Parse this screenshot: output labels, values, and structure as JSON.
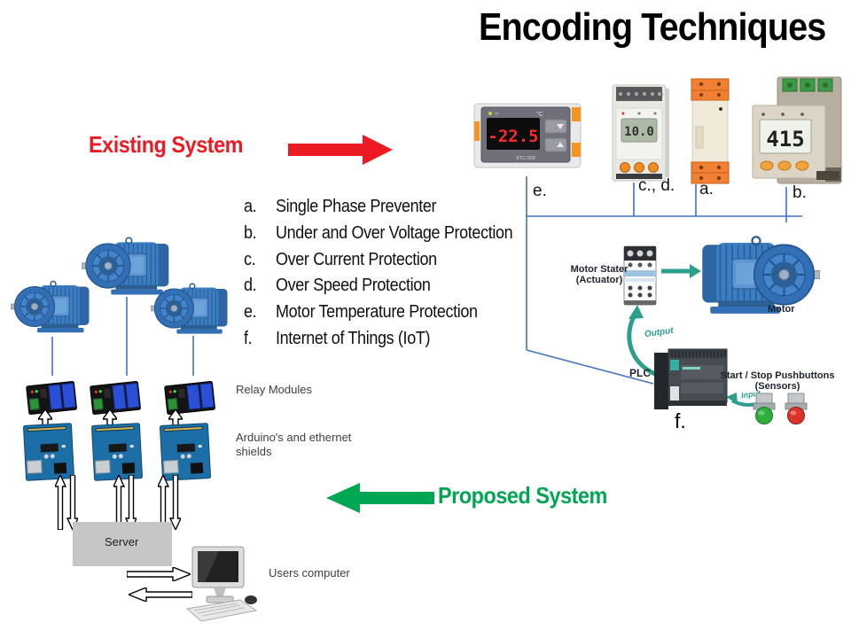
{
  "slide": {
    "title": "Encoding Techniques"
  },
  "existing_system": {
    "label": "Existing System"
  },
  "proposed_system": {
    "label": "Proposed System"
  },
  "protection_list": [
    {
      "letter": "a.",
      "text": "Single Phase Preventer"
    },
    {
      "letter": "b.",
      "text": "Under and Over Voltage Protection"
    },
    {
      "letter": "c.",
      "text": "Over Current Protection"
    },
    {
      "letter": "d.",
      "text": "Over Speed Protection"
    },
    {
      "letter": "e.",
      "text": "Motor Temperature Protection"
    },
    {
      "letter": "f.",
      "text": "Internet of Things (IoT)"
    }
  ],
  "devices": {
    "temperature_controller": {
      "tag": "e.",
      "display": "-22.5",
      "unit": "°C",
      "model": "STC-500"
    },
    "current_speed_module": {
      "tag": "c., d.",
      "display": "10.0"
    },
    "phase_preventer_relay": {
      "tag": "a."
    },
    "voltage_monitor": {
      "tag": "b.",
      "display": "415"
    }
  },
  "plc_diagram": {
    "actuator_label_line1": "Motor Stater",
    "actuator_label_line2": "(Actuator)",
    "motor_label": "Motor",
    "plc_label": "PLC",
    "output_label": "Output",
    "input_label": "Input",
    "pushbuttons_label_line1": "Start / Stop Pushbuttons",
    "pushbuttons_label_line2": "(Sensors)",
    "tag": "f."
  },
  "iot_system": {
    "relay_modules_label": "Relay Modules",
    "arduino_label_line1": "Arduino's and ethernet",
    "arduino_label_line2": "shields",
    "server_label": "Server",
    "users_computer_label": "Users computer"
  },
  "colors": {
    "accent_red": "#EC1B23",
    "accent_green": "#00A651",
    "connector_blue": "#4472C4",
    "diagram_teal": "#2AA08C"
  }
}
